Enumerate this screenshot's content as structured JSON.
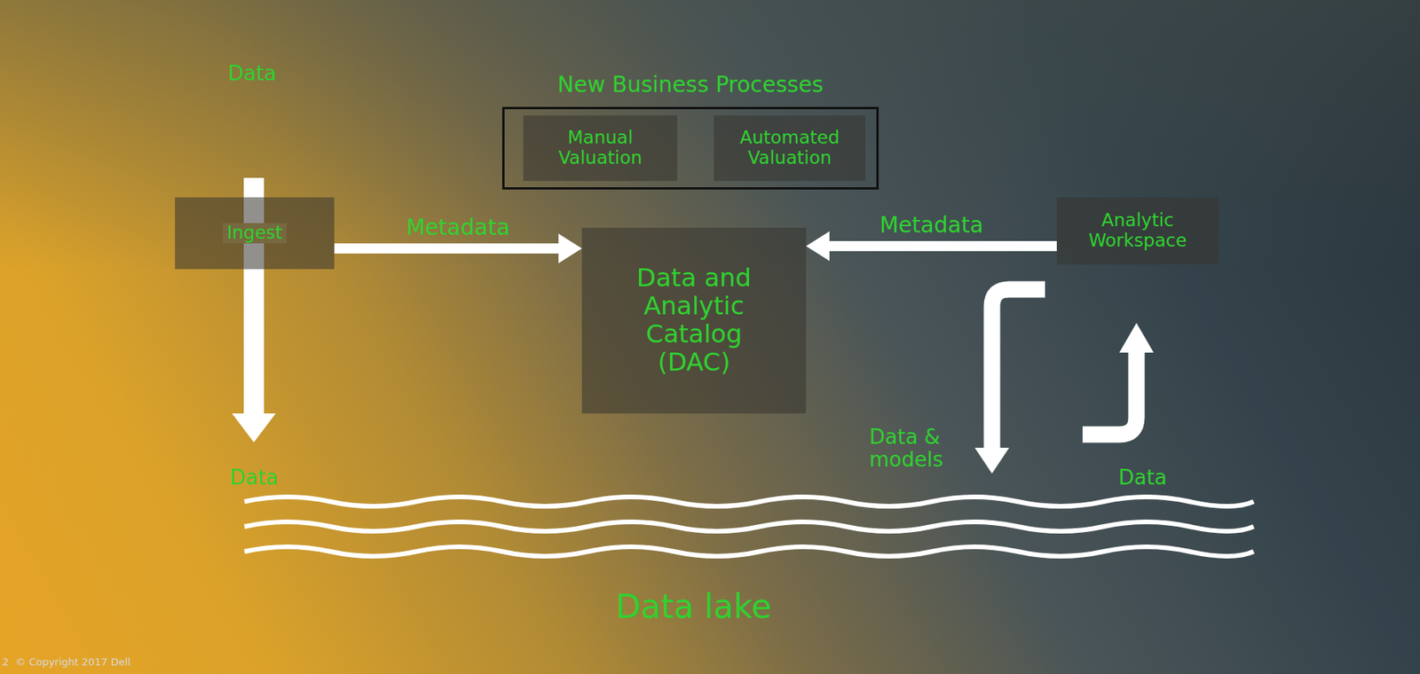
{
  "diagram": {
    "nodes": [
      {
        "text": [
          "New Business Processes"
        ]
      },
      {
        "text": [
          "Manual Valuation"
        ],
        "in": 0
      },
      {
        "text": [
          "Automated Valuation"
        ],
        "in": 0
      },
      {
        "text": [
          "Ingest"
        ]
      },
      {
        "text": [
          "Data and Analytic Catalog (DAC)"
        ]
      },
      {
        "text": [
          "Analytic Workspace"
        ]
      }
    ],
    "edges": [
      {
        "from": 3,
        "to": 4,
        "label": "Metadata",
        "arrow": "to"
      },
      {
        "from": 5,
        "to": 4,
        "label": "Metadata",
        "arrow": "to"
      }
    ],
    "labels": [
      "Data",
      "Data",
      "Data & models",
      "Data",
      "Data lake",
      "© Copyright 2017 Dell",
      "2"
    ]
  }
}
